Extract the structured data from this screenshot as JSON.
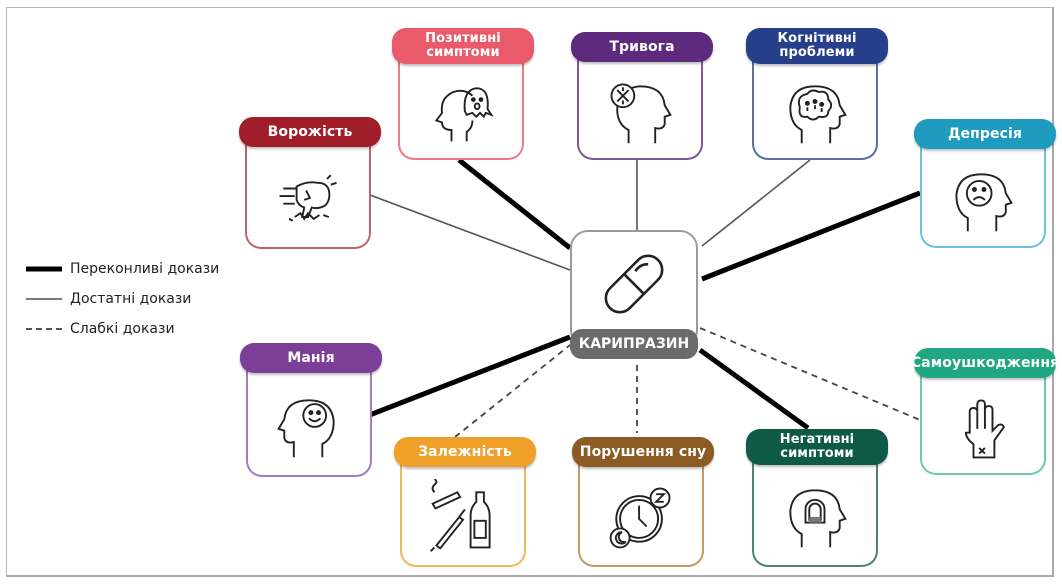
{
  "center": {
    "label": "КАРИПРАЗИН",
    "icon": "capsule-pill-icon"
  },
  "legend": [
    {
      "label": "Переконливі докази",
      "style": "strong"
    },
    {
      "label": "Достатні докази",
      "style": "sufficient"
    },
    {
      "label": "Слабкі докази",
      "style": "weak"
    }
  ],
  "nodes": [
    {
      "id": "hostility",
      "label": "Ворожість",
      "color": "#a01d2a",
      "border": "#c0646c",
      "icon": "fist-icon",
      "evidence": "sufficient"
    },
    {
      "id": "positive",
      "label": "Позитивні симптоми",
      "color": "#e95a6a",
      "border": "#ee7a85",
      "icon": "ghost-head-icon",
      "evidence": "strong"
    },
    {
      "id": "anxiety",
      "label": "Тривога",
      "color": "#5e2a7e",
      "border": "#7e5a93",
      "icon": "anxious-head-icon",
      "evidence": "sufficient"
    },
    {
      "id": "cognitive",
      "label": "Когнітивні проблеми",
      "color": "#253f8b",
      "border": "#5a6fa8",
      "icon": "brain-head-icon",
      "evidence": "sufficient"
    },
    {
      "id": "depression",
      "label": "Депресія",
      "color": "#1f9bc0",
      "border": "#6cc2dc",
      "icon": "sad-head-icon",
      "evidence": "strong"
    },
    {
      "id": "mania",
      "label": "Манія",
      "color": "#7b3f98",
      "border": "#a27dba",
      "icon": "happy-head-icon",
      "evidence": "strong"
    },
    {
      "id": "addiction",
      "label": "Залежність",
      "color": "#eea028",
      "border": "#f1b95b",
      "icon": "substances-icon",
      "evidence": "weak"
    },
    {
      "id": "sleep",
      "label": "Порушення сну",
      "color": "#8c5b24",
      "border": "#c29a66",
      "icon": "sleep-clock-icon",
      "evidence": "weak"
    },
    {
      "id": "negative",
      "label": "Негативні симптоми",
      "color": "#0f5a47",
      "border": "#4a8576",
      "icon": "blank-head-icon",
      "evidence": "strong"
    },
    {
      "id": "selfharm",
      "label": "Самоушкодження",
      "color": "#1fa784",
      "border": "#6ccab0",
      "icon": "hand-wound-icon",
      "evidence": "weak"
    }
  ]
}
